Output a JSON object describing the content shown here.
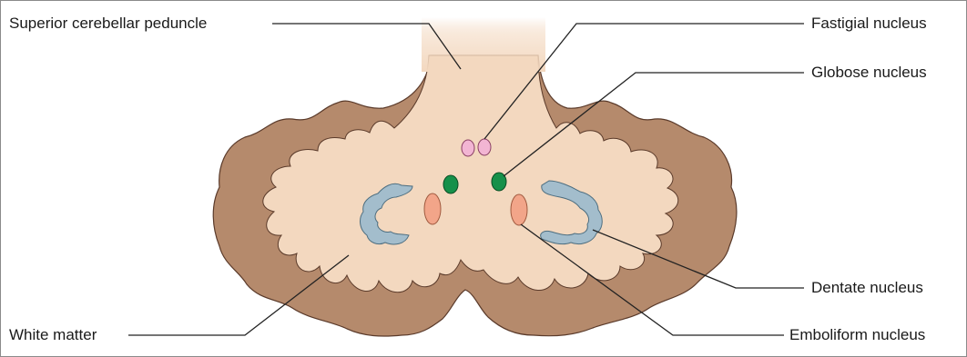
{
  "labels": {
    "superior_cerebellar_peduncle": "Superior cerebellar peduncle",
    "fastigial_nucleus": "Fastigial nucleus",
    "globose_nucleus": "Globose nucleus",
    "dentate_nucleus": "Dentate nucleus",
    "white_matter": "White matter",
    "emboliform_nucleus": "Emboliform nucleus"
  },
  "colors": {
    "cortex": "#b58a6c",
    "white_matter": "#f3d8bf",
    "dentate": "#a3bdcc",
    "fastigial": "#f2b5d3",
    "globose": "#16904a",
    "emboliform": "#f2a589",
    "outline": "#5a3a2a"
  }
}
